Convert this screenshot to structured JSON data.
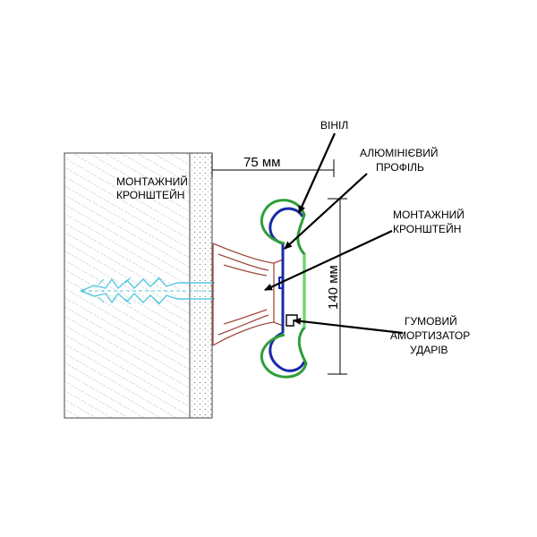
{
  "labels": {
    "wall_label_line1": "МОНТАЖНИЙ",
    "wall_label_line2": "КРОНШТЕЙН",
    "dim_width": "75 мм",
    "dim_height": "140 мм",
    "vinyl": "ВІНІЛ",
    "aluminum_line1": "АЛЮМІНІЄВИЙ",
    "aluminum_line2": "ПРОФІЛЬ",
    "bracket_line1": "МОНТАЖНИЙ",
    "bracket_line2": "КРОНШТЕЙН",
    "absorber_line1": "ГУМОВИЙ",
    "absorber_line2": "АМОРТИЗАТОР",
    "absorber_line3": "УДАРІВ"
  },
  "colors": {
    "vinyl": "#2e9e3a",
    "vinyl_light": "#66dd66",
    "aluminum": "#1a2aa8",
    "bracket": "#a04a40",
    "dowel": "#55c8e0",
    "wall_hatch": "#9a9a9a",
    "plaster_dots": "#8a8a8a"
  }
}
